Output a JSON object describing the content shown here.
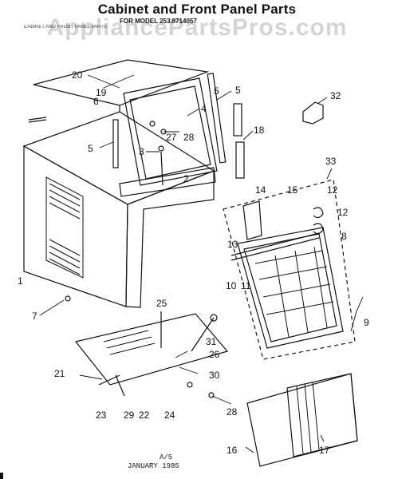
{
  "header": {
    "title": "Cabinet and Front Panel Parts",
    "model": "FOR MODEL 253.8714057",
    "subline": "CABINET AND FRONT PANEL PARTS",
    "watermark": "AppliancePartsPros.com"
  },
  "parts": [
    "20",
    "19",
    "6",
    "4",
    "5",
    "5",
    "18",
    "27",
    "28",
    "3",
    "2",
    "5",
    "32",
    "33",
    "14",
    "15",
    "12",
    "12",
    "13",
    "8",
    "10",
    "11",
    "7",
    "25",
    "31",
    "26",
    "9",
    "21",
    "30",
    "23",
    "29",
    "22",
    "24",
    "28",
    "16",
    "17",
    "1"
  ],
  "footer": {
    "code": "A/5",
    "date": "JANUARY 1985"
  }
}
